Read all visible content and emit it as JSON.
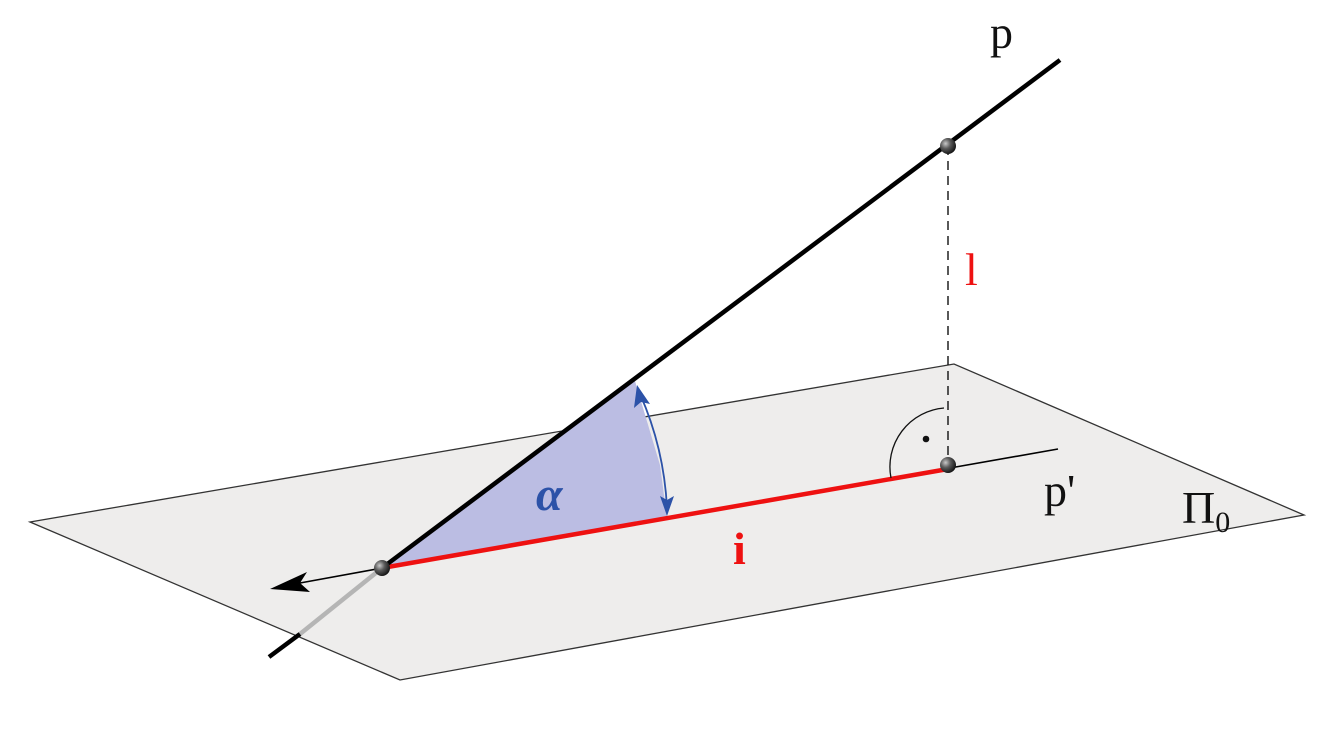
{
  "labels": {
    "line_p": "p",
    "line_p_projection": "p'",
    "segment_l": "l",
    "angle_alpha": "α",
    "segment_i": "i",
    "plane_base": "Π",
    "plane_subscript": "0"
  },
  "colors": {
    "plane_fill": "#eeedec",
    "plane_edge": "#333333",
    "line": "#000000",
    "line_below_plane": "#b5b5b5",
    "projection_segment": "#ee1111",
    "angle_fill": "#bbbde3",
    "angle_arc": "#2c52a8",
    "label_red": "#ee1111",
    "label_blue": "#2c52a8",
    "label_black": "#111111"
  }
}
